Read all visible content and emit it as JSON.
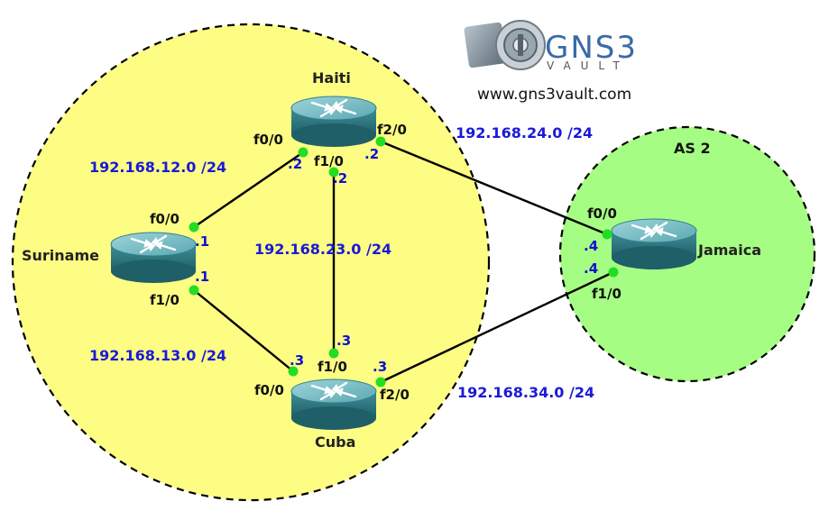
{
  "colors": {
    "zone_as1": "#fdfd84",
    "zone_as2": "#a6fd84",
    "link": "#000000",
    "endpoint": "#22dd22",
    "network_label": "#1a1ad8",
    "host_label": "#1010d0"
  },
  "logo": {
    "brand": "GNS3",
    "tagline": "VAULT",
    "url": "www.gns3vault.com"
  },
  "zones": {
    "as2": {
      "label": "AS 2"
    }
  },
  "routers": {
    "haiti": {
      "name": "Haiti"
    },
    "suriname": {
      "name": "Suriname"
    },
    "cuba": {
      "name": "Cuba"
    },
    "jamaica": {
      "name": "Jamaica"
    }
  },
  "networks": {
    "n12": "192.168.12.0 /24",
    "n23": "192.168.23.0 /24",
    "n13": "192.168.13.0 /24",
    "n24": "192.168.24.0 /24",
    "n34": "192.168.34.0 /24"
  },
  "interfaces": {
    "haiti_f00": {
      "name": "f0/0",
      "host": ".2"
    },
    "haiti_f10": {
      "name": "f1/0",
      "host": ".2"
    },
    "haiti_f20": {
      "name": "f2/0",
      "host": ".2"
    },
    "suriname_f00": {
      "name": "f0/0",
      "host": ".1"
    },
    "suriname_f10": {
      "name": "f1/0",
      "host": ".1"
    },
    "cuba_f00": {
      "name": "f0/0",
      "host": ".3"
    },
    "cuba_f10": {
      "name": "f1/0",
      "host": ".3"
    },
    "cuba_f20": {
      "name": "f2/0",
      "host": ".3"
    },
    "jamaica_f00": {
      "name": "f0/0",
      "host": ".4"
    },
    "jamaica_f10": {
      "name": "f1/0",
      "host": ".4"
    }
  }
}
